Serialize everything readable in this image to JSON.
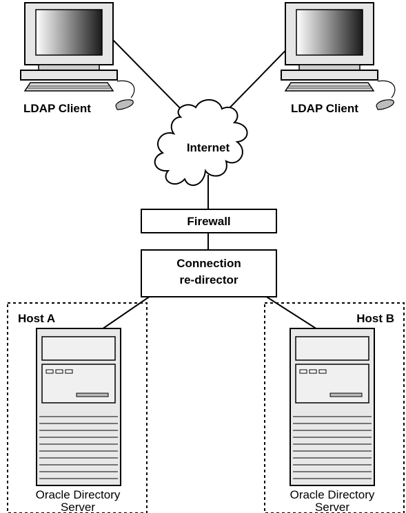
{
  "diagram": {
    "clients": [
      {
        "label": "LDAP Client"
      },
      {
        "label": "LDAP Client"
      }
    ],
    "internet": {
      "label": "Internet"
    },
    "firewall": {
      "label": "Firewall"
    },
    "redirector": {
      "line1": "Connection",
      "line2": "re-director"
    },
    "hosts": [
      {
        "label": "Host A",
        "server_line1": "Oracle Directory",
        "server_line2": "Server"
      },
      {
        "label": "Host B",
        "server_line1": "Oracle Directory",
        "server_line2": "Server"
      }
    ]
  }
}
